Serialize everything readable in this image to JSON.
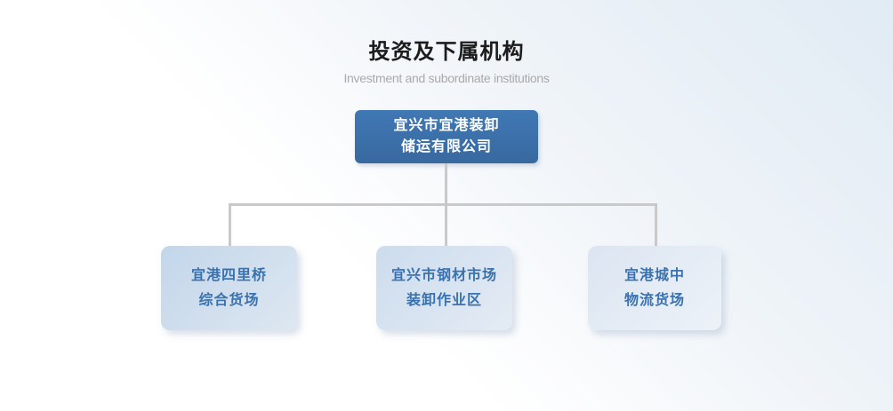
{
  "header": {
    "title": "投资及下属机构",
    "subtitle": "Investment and subordinate institutions"
  },
  "org_chart": {
    "type": "org-tree",
    "root": {
      "label": "宜兴市宜港装卸\n储运有限公司"
    },
    "children": [
      {
        "label": "宜港四里桥\n综合货场"
      },
      {
        "label": "宜兴市钢材市场\n装卸作业区"
      },
      {
        "label": "宜港城中\n物流货场"
      }
    ]
  },
  "colors": {
    "root_node_fill": "#3a72ae",
    "root_node_text": "#ffffff",
    "child_node_fill_start": "#c3d6ea",
    "child_node_fill_end": "#edf2f8",
    "child_node_text": "#3a72b0",
    "connector_line": "#c9c9c9",
    "title_text": "#1c1c1c",
    "subtitle_text": "#a9a9a9",
    "background_top": "#e1ebf4",
    "background_bottom": "#ffffff"
  }
}
